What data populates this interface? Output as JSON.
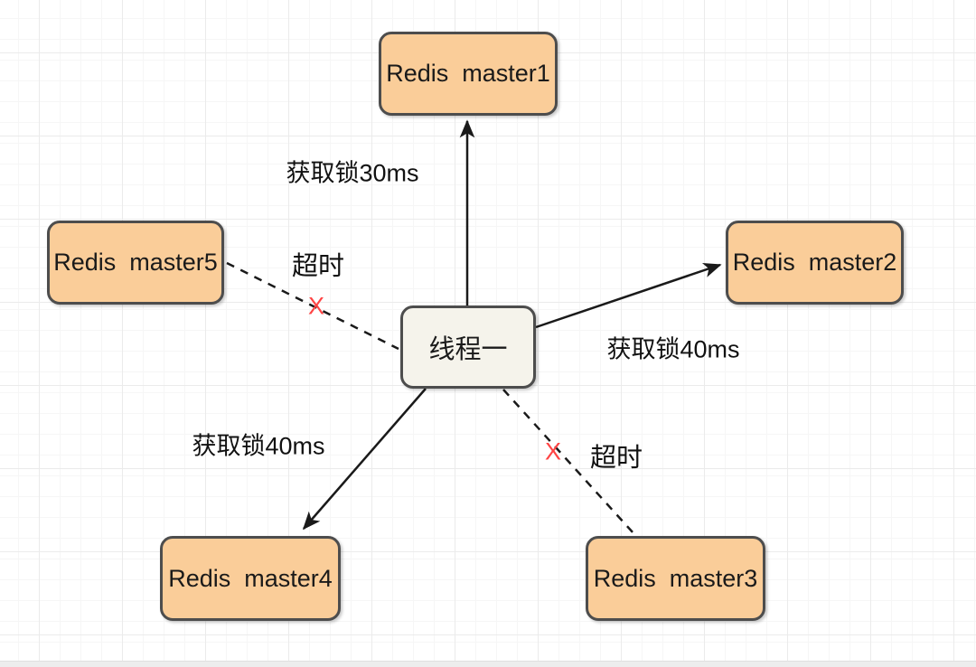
{
  "diagram": {
    "nodes": {
      "master1": {
        "label": "Redis  master1"
      },
      "master2": {
        "label": "Redis  master2"
      },
      "master3": {
        "label": "Redis  master3"
      },
      "master4": {
        "label": "Redis  master4"
      },
      "master5": {
        "label": "Redis  master5"
      },
      "thread": {
        "label": "线程一"
      }
    },
    "edges": {
      "thread_to_master1": {
        "label": "获取锁30ms",
        "type": "solid-arrow"
      },
      "thread_to_master2": {
        "label": "获取锁40ms",
        "type": "solid-arrow"
      },
      "thread_to_master4": {
        "label": "获取锁40ms",
        "type": "solid-arrow"
      },
      "thread_to_master3": {
        "label": "超时",
        "marker": "X",
        "type": "dashed"
      },
      "master5_to_thread": {
        "label": "超时",
        "marker": "X",
        "type": "dashed"
      }
    },
    "colors": {
      "node_fill": "#FACD99",
      "node_border": "#4D4D4D",
      "thread_fill": "#F5F3EB",
      "line": "#1A1A1A",
      "fail_mark": "#FF4444",
      "grid_minor": "#F6F6F6",
      "grid_major": "#EBEBEB"
    }
  }
}
